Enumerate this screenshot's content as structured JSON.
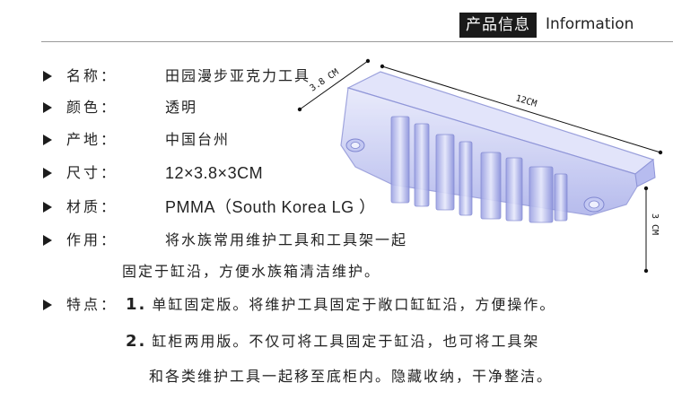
{
  "header": {
    "badge_cn": "产品信息",
    "badge_en": "Information"
  },
  "specs": [
    {
      "label": "名称：",
      "value": "田园漫步亚克力工具"
    },
    {
      "label": "颜色：",
      "value": "透明"
    },
    {
      "label": "产地：",
      "value": "中国台州"
    },
    {
      "label": "尺寸：",
      "value": "12×3.8×3CM"
    },
    {
      "label": "材质：",
      "value": "PMMA（South Korea LG ）"
    },
    {
      "label": "作用：",
      "value": "将水族常用维护工具和工具架一起",
      "value_line2": "固定于缸沿，方便水族箱清洁维护。"
    },
    {
      "label": "特点：",
      "points": [
        {
          "num": "1.",
          "text": "单缸固定版。将维护工具固定于敞口缸缸沿，方便操作。"
        },
        {
          "num": "2.",
          "text": "缸柜两用版。不仅可将工具固定于缸沿，也可将工具架",
          "text_line2": "和各类维护工具一起移至底柜内。隐藏收纳，干净整洁。"
        }
      ]
    }
  ],
  "dimensions": {
    "depth": "3.8 CM",
    "length": "12CM",
    "height": "3 CM"
  },
  "colors": {
    "acrylic_fill": "#c9cdf3",
    "acrylic_edge": "#8f95d8",
    "text": "#222222",
    "badge_bg": "#1a1a1a"
  }
}
